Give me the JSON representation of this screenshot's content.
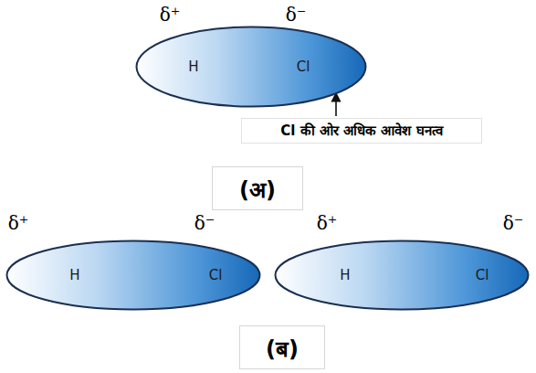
{
  "diagram": {
    "nodes": [
      {
        "text": [
          "H",
          "Cl"
        ]
      },
      {
        "text": [
          "(अ)"
        ]
      },
      {
        "text": [
          "H",
          "Cl"
        ]
      },
      {
        "text": [
          "H",
          "Cl"
        ]
      },
      {
        "text": [
          "(ब)"
        ]
      }
    ],
    "labels": [
      "δ⁺",
      "δ⁻",
      "Cl की ओर अधिक आवेश घनत्व",
      "δ⁺",
      "δ⁻",
      "δ⁺",
      "δ⁻"
    ]
  }
}
